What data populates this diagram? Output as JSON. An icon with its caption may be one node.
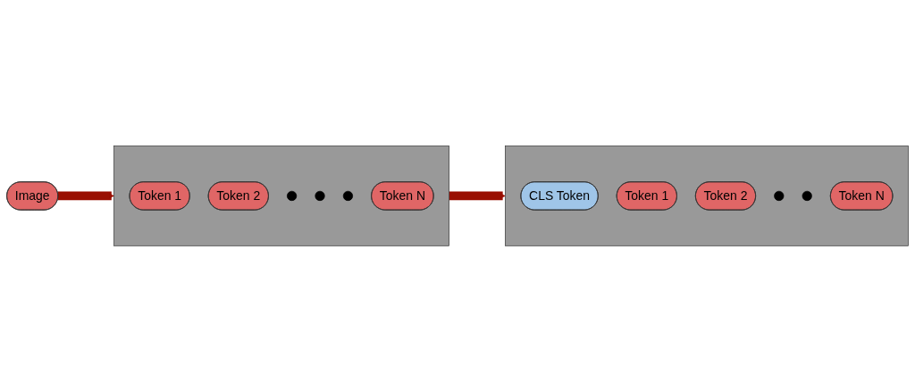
{
  "diagram": {
    "nodes": [
      {
        "text": [
          "Image"
        ]
      },
      {
        "text": [],
        "shape": "box"
      },
      {
        "text": [
          "Token 1"
        ],
        "in": 1
      },
      {
        "text": [
          "Token 2"
        ],
        "in": 1
      },
      {
        "text": [],
        "shape": "circle",
        "in": 1
      },
      {
        "text": [],
        "shape": "circle",
        "in": 1
      },
      {
        "text": [],
        "shape": "circle",
        "in": 1
      },
      {
        "text": [
          "Token N"
        ],
        "in": 1
      },
      {
        "text": [],
        "shape": "box"
      },
      {
        "text": [
          "CLS Token"
        ],
        "in": 8
      },
      {
        "text": [
          "Token 1"
        ],
        "in": 8
      },
      {
        "text": [
          "Token 2"
        ],
        "in": 8
      },
      {
        "text": [],
        "shape": "circle",
        "in": 8
      },
      {
        "text": [],
        "shape": "circle",
        "in": 8
      },
      {
        "text": [
          "Token N"
        ],
        "in": 8
      }
    ],
    "edges": [
      {
        "from": 0,
        "to": 1,
        "arrow": "to"
      },
      {
        "from": 1,
        "to": 8,
        "arrow": "to"
      }
    ]
  }
}
